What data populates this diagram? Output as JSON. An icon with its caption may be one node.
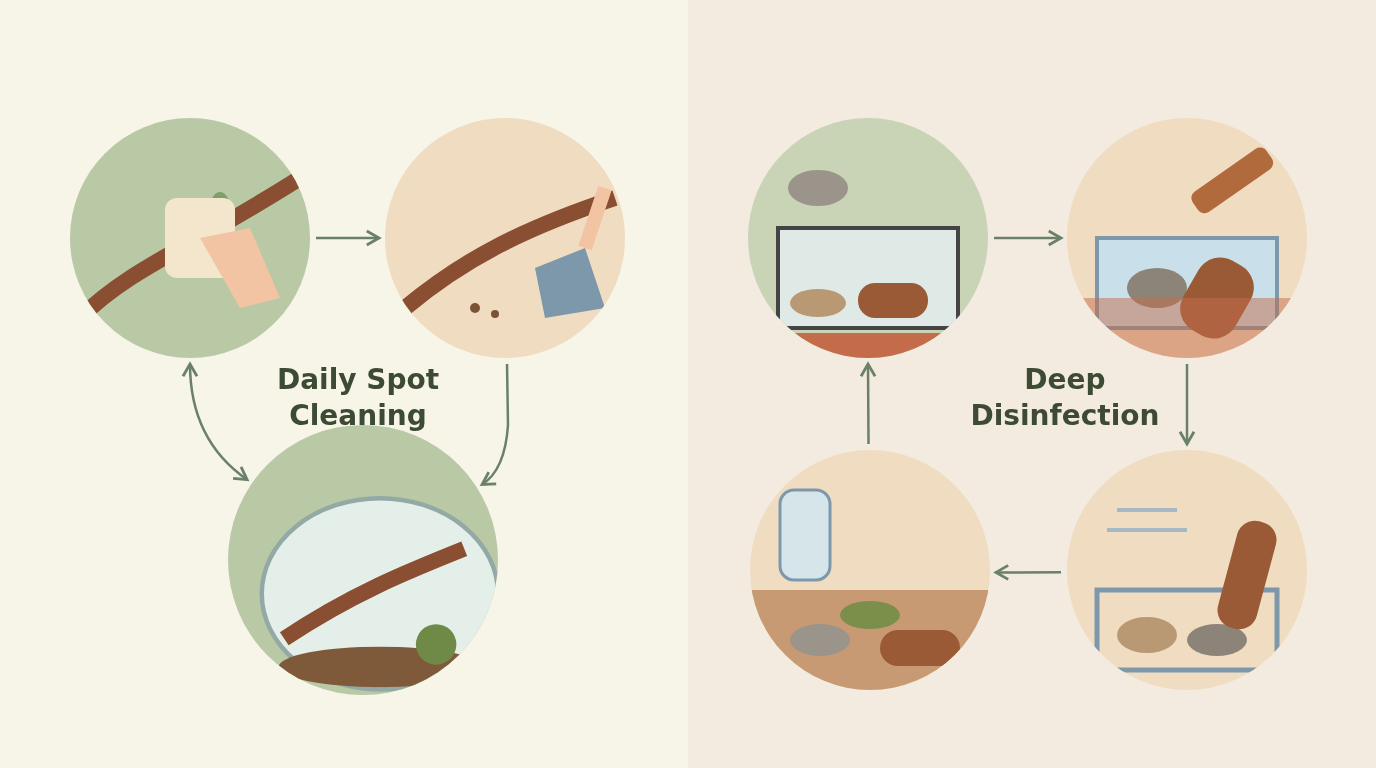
{
  "diagram": {
    "nodes": [
      {
        "text": [],
        "shape": "picture"
      },
      {
        "text": [],
        "shape": "picture"
      },
      {
        "text": [],
        "shape": "picture"
      },
      {
        "text": [],
        "shape": "picture"
      },
      {
        "text": [],
        "shape": "picture"
      },
      {
        "text": [],
        "shape": "picture"
      },
      {
        "text": [],
        "shape": "picture"
      }
    ],
    "edges": [
      {
        "from": 0,
        "to": 1,
        "arrow": "to"
      },
      {
        "from": 1,
        "to": 2,
        "arrow": "to"
      },
      {
        "from": 2,
        "to": 0,
        "arrow": "both"
      },
      {
        "from": 3,
        "to": 4,
        "arrow": "to"
      },
      {
        "from": 4,
        "to": 5,
        "arrow": "to"
      },
      {
        "from": 5,
        "to": 6,
        "arrow": "to"
      },
      {
        "from": 6,
        "to": 3,
        "arrow": "to"
      }
    ],
    "labels": [
      "Daily Spot Cleaning",
      "Deep Disinfection"
    ]
  }
}
